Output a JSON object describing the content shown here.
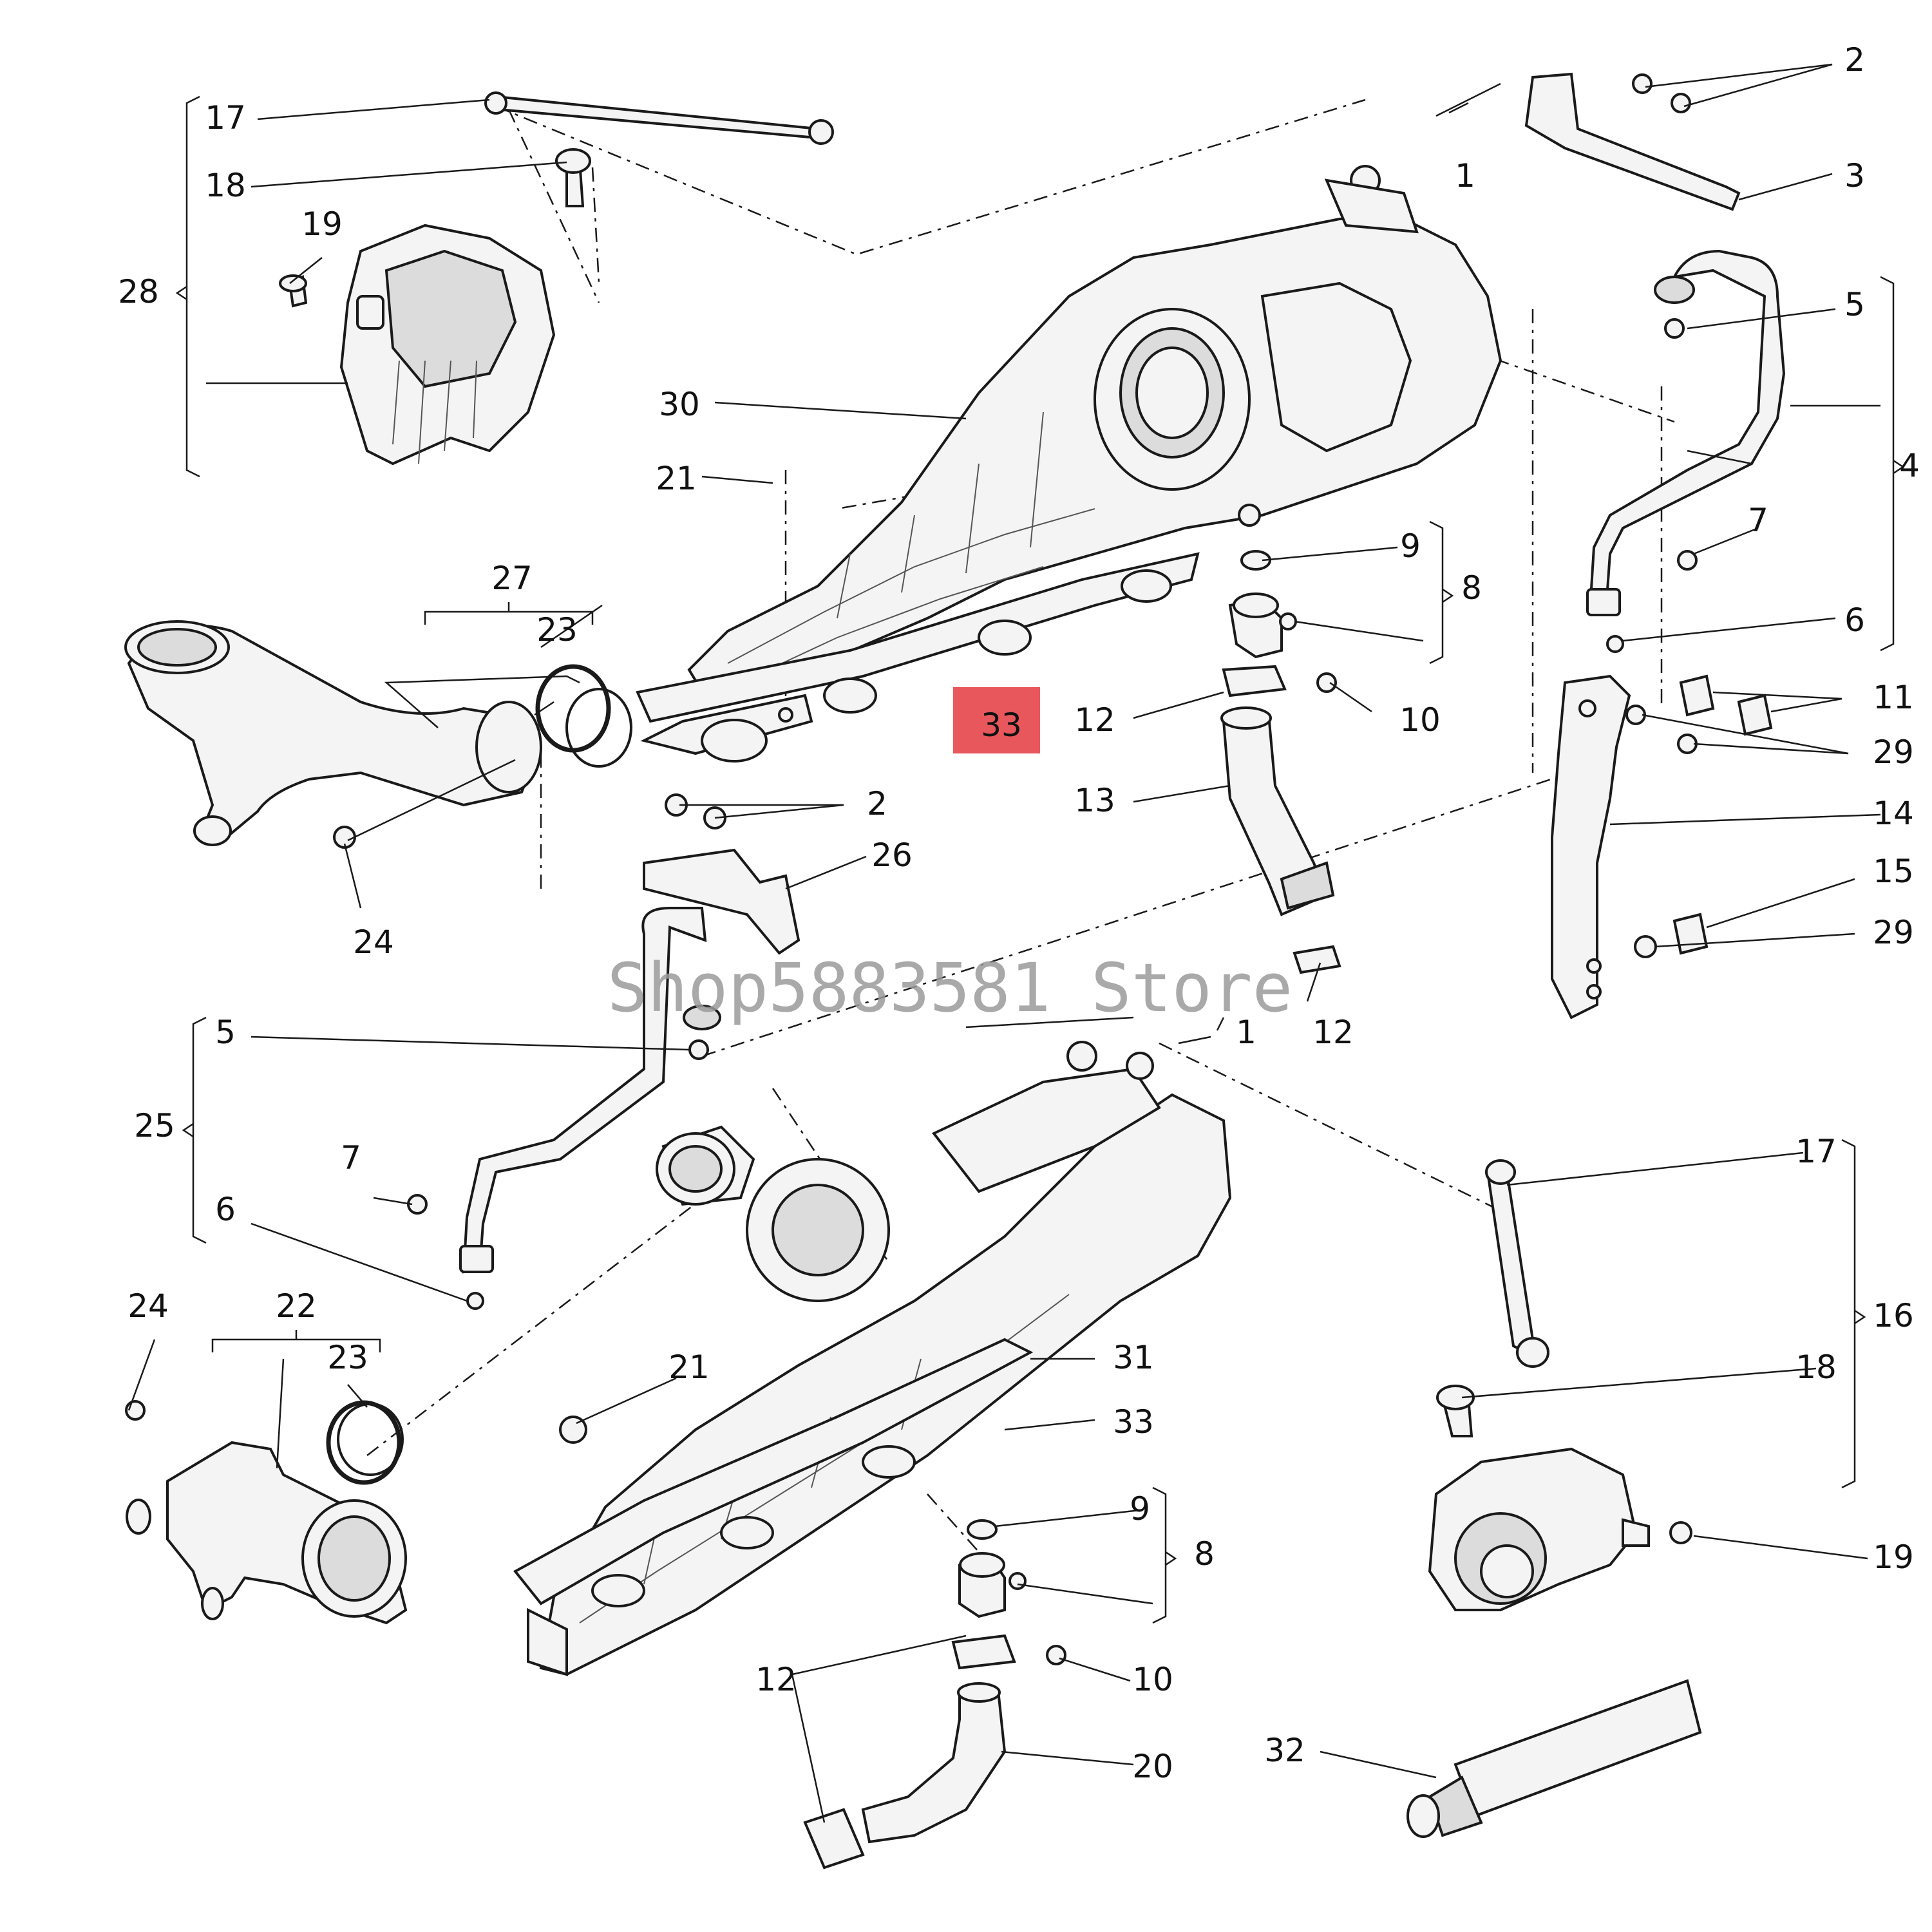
{
  "watermark": "Shop5883581 Store",
  "highlight": {
    "label": "33",
    "color": "#e8575c"
  },
  "callouts": {
    "c1a": "1",
    "c1b": "1",
    "c2a": "2",
    "c2b": "2",
    "c3": "3",
    "c4": "4",
    "c5a": "5",
    "c5b": "5",
    "c6a": "6",
    "c6b": "6",
    "c7a": "7",
    "c7b": "7",
    "c8a": "8",
    "c8b": "8",
    "c9a": "9",
    "c9b": "9",
    "c10a": "10",
    "c10b": "10",
    "c11": "11",
    "c12a": "12",
    "c12b": "12",
    "c12c": "12",
    "c13": "13",
    "c14": "14",
    "c15": "15",
    "c16": "16",
    "c17a": "17",
    "c17b": "17",
    "c18a": "18",
    "c18b": "18",
    "c19a": "19",
    "c19b": "19",
    "c20": "20",
    "c21a": "21",
    "c21b": "21",
    "c22": "22",
    "c23a": "23",
    "c23b": "23",
    "c24a": "24",
    "c24b": "24",
    "c25": "25",
    "c26": "26",
    "c27": "27",
    "c28": "28",
    "c29a": "29",
    "c29b": "29",
    "c30": "30",
    "c31": "31",
    "c32": "32",
    "c33b": "33"
  }
}
